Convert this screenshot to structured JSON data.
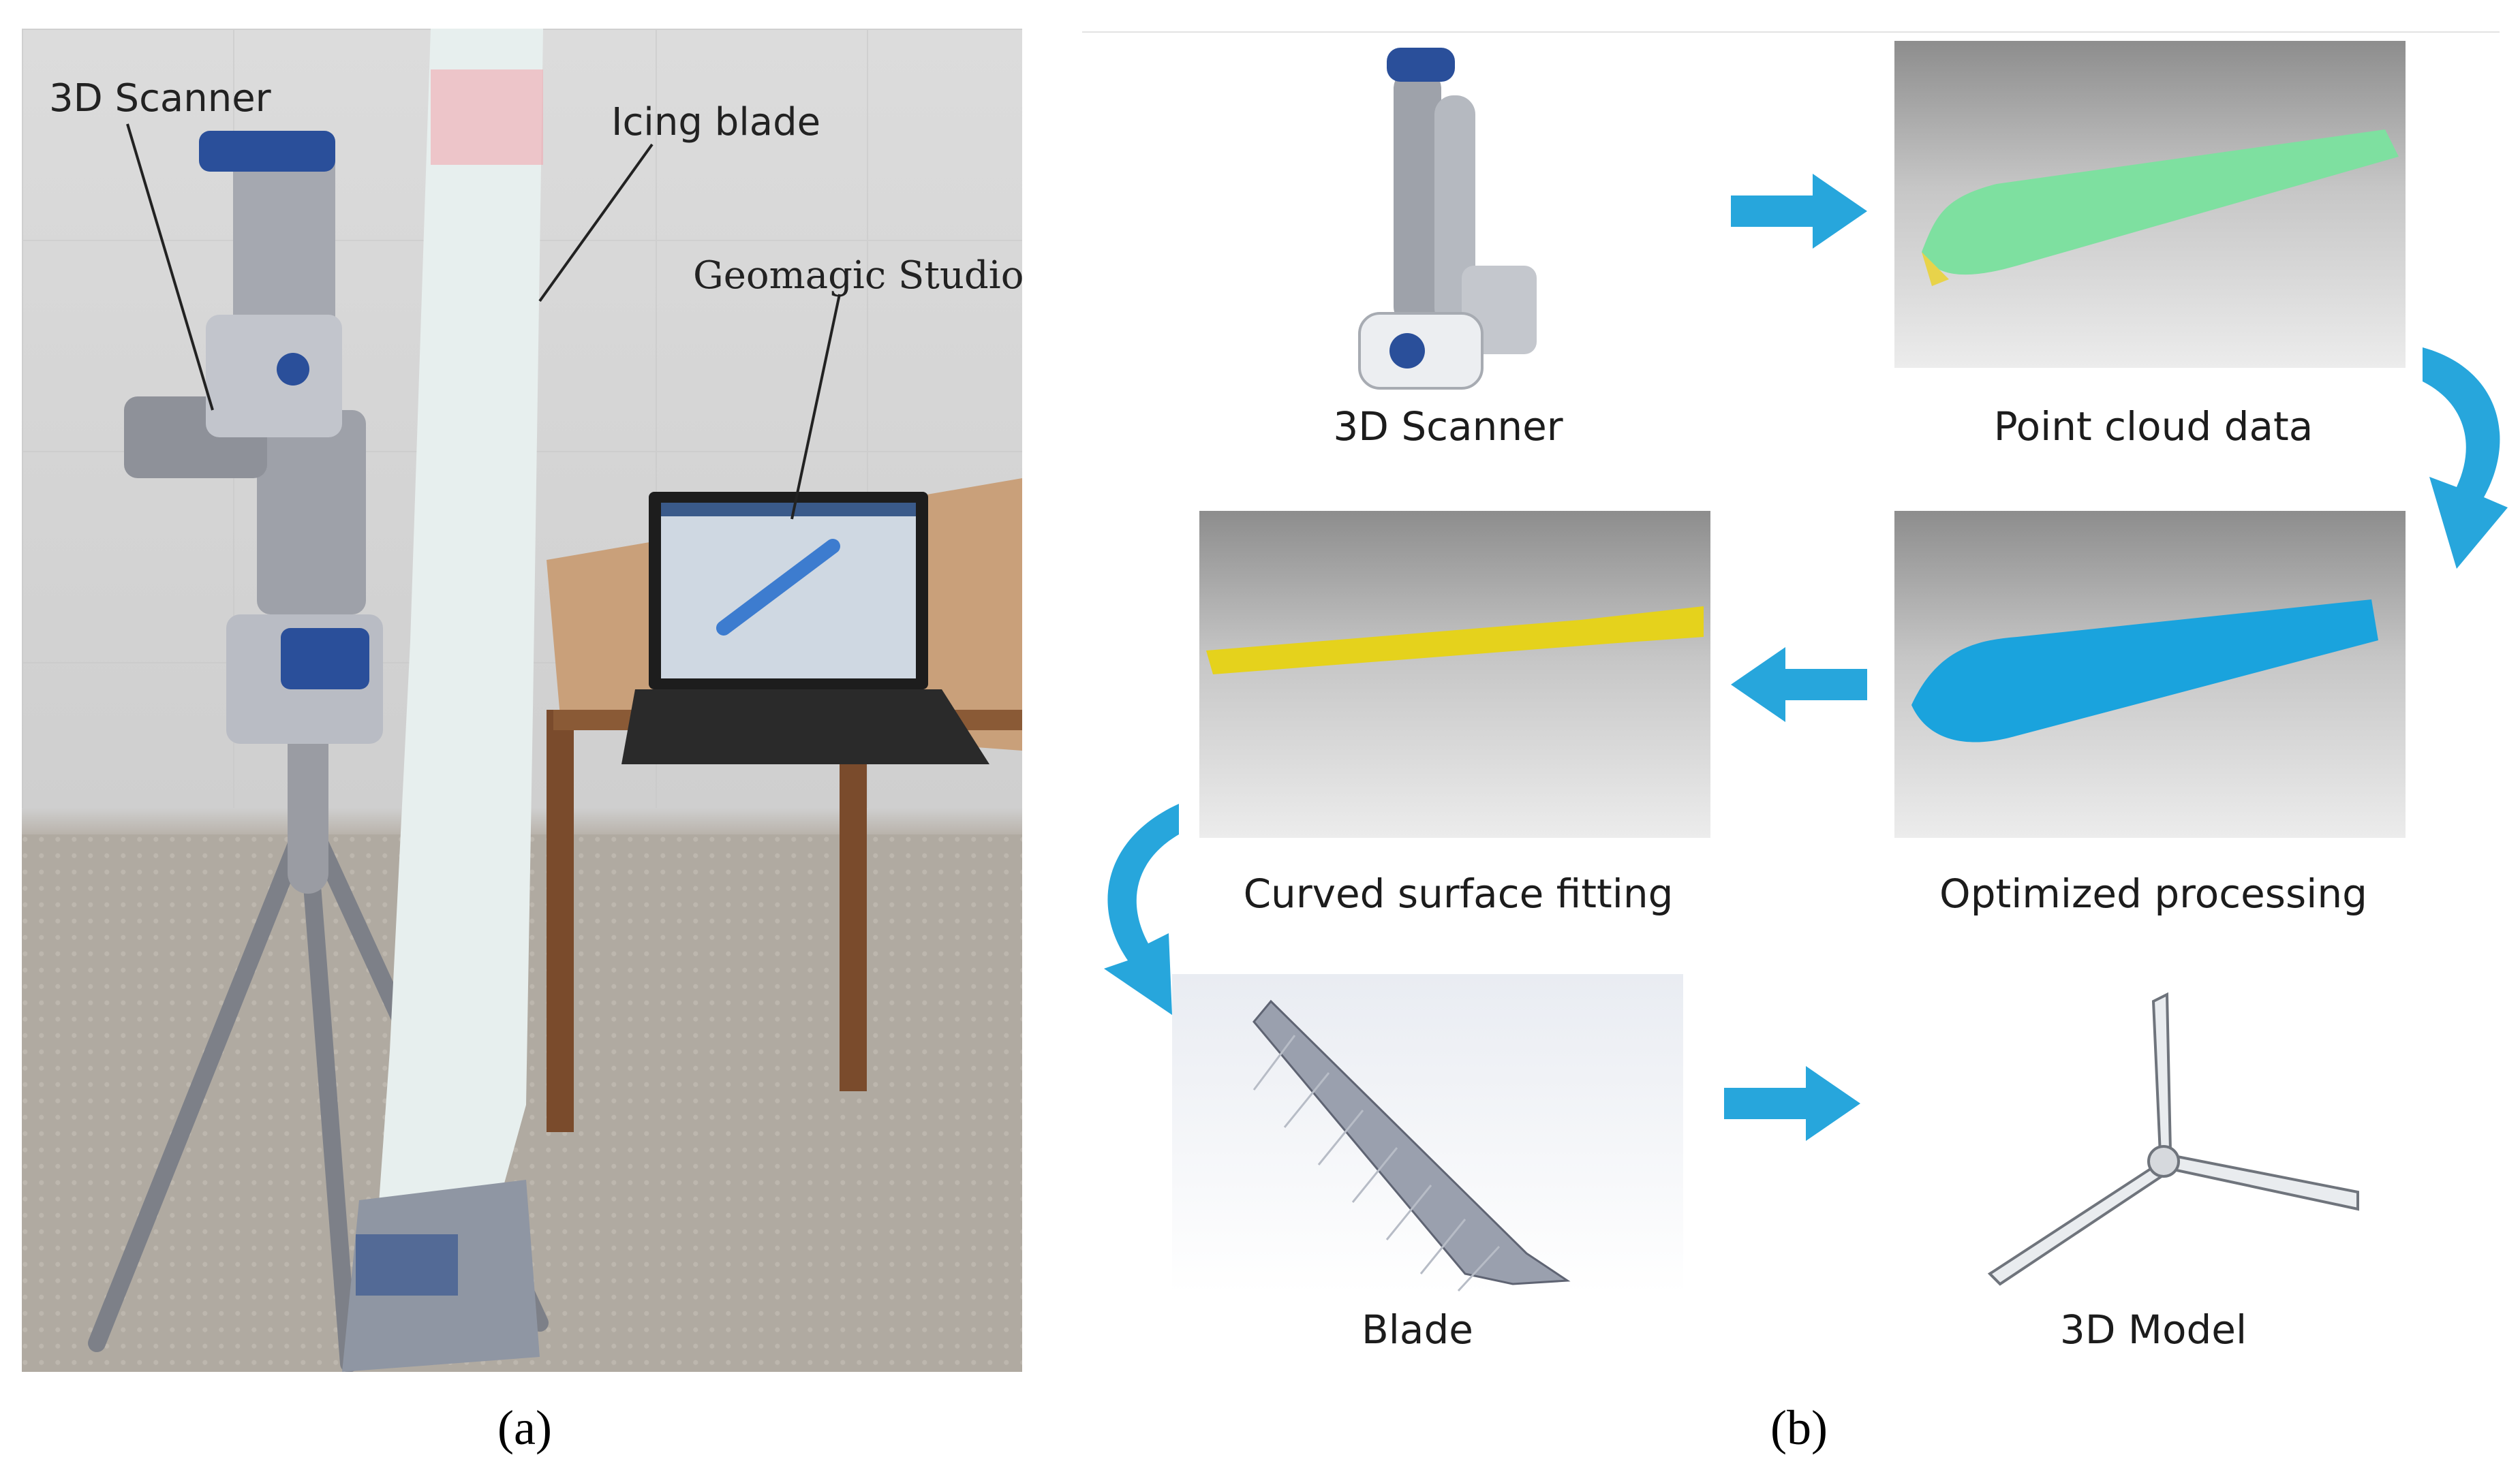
{
  "panel_a": {
    "labels": {
      "scanner": "3D Scanner",
      "icing_blade": "Icing blade",
      "geomagic": "Geomagic Studio"
    },
    "caption": "(a)"
  },
  "panel_b": {
    "steps": {
      "scanner": "3D Scanner",
      "point_cloud": "Point cloud data",
      "optimized": "Optimized processing",
      "curved": "Curved surface fitting",
      "blade": "Blade",
      "model": "3D Model"
    },
    "caption": "(b)"
  },
  "colors": {
    "arrow": "#27a6dc",
    "point_cloud_blade": "#7ee0a0",
    "optimized_blade": "#1aa3dd",
    "curved_blade": "#e5d21c",
    "scanner_accent": "#2a4f9a"
  }
}
